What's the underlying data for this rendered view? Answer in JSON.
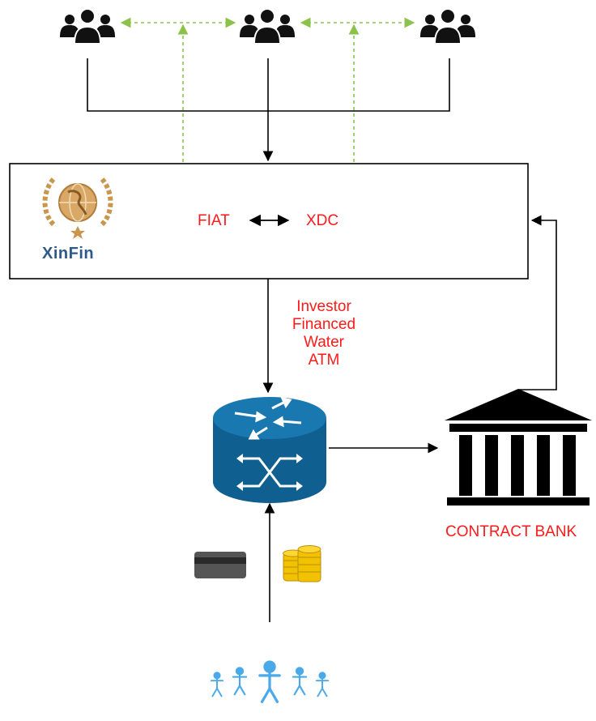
{
  "platform": {
    "logo_text": "XinFin",
    "left_currency": "FIAT",
    "right_currency": "XDC"
  },
  "atm": {
    "label": "Investor\nFinanced\nWater\nATM"
  },
  "bank": {
    "label": "CONTRACT BANK"
  },
  "colors": {
    "label_red": "#ff1a1a",
    "peer_arrow_green": "#8bc34a",
    "router_blue": "#1570a6",
    "logo_gold": "#c9964e",
    "logo_text_blue": "#2d5a8a",
    "people_blue": "#4aa9e8"
  },
  "icons": {
    "top_nodes": [
      "users-group-icon",
      "users-group-icon",
      "users-group-icon"
    ],
    "atm": "router-switch-icon",
    "bank": "bank-building-icon",
    "card": "credit-card-icon",
    "coins": "coin-stack-icon",
    "customers": "customers-group-icon",
    "logo": "xinfin-globe-wreath-icon"
  }
}
